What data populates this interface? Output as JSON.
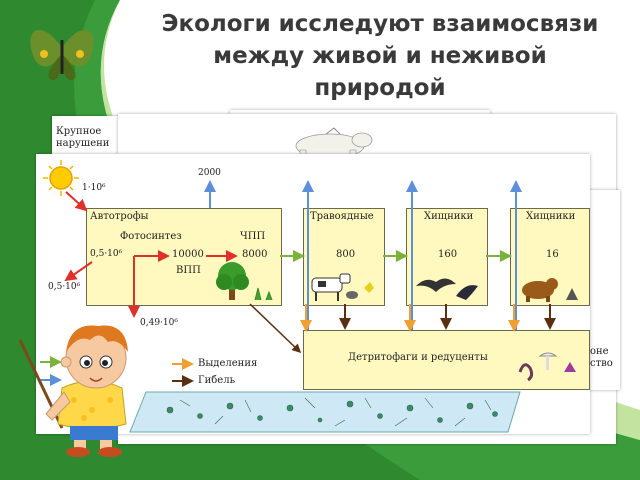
{
  "title": {
    "line1": "Экологи исследуют взаимосвязи",
    "line2": "между живой и неживой",
    "line3": "природой"
  },
  "back_slide": {
    "text_line1": "Крупное",
    "text_line2": "нарушени"
  },
  "right_slide": {
    "text_line1": "оне",
    "text_line2": "ство"
  },
  "diagram": {
    "sun_energy": "1·10⁶",
    "reflected": "0,5·10⁶",
    "lost": "0,49·10⁶",
    "top_value": "2000",
    "autotrophs": {
      "title": "Автотрофы",
      "photosynthesis": "Фотосинтез",
      "npp": "ЧПП",
      "gpp": "ВПП",
      "input": "0,5·10⁶",
      "gross": "10000",
      "net": "8000"
    },
    "herbivores": {
      "title": "Травоядные",
      "value": "800"
    },
    "predators1": {
      "title": "Хищники",
      "value": "160"
    },
    "predators2": {
      "title": "Хищники",
      "value": "16"
    },
    "decomposers": {
      "title": "Детритофаги и редуценты"
    },
    "legend": {
      "excretion": "Выделения",
      "death": "Гибель"
    }
  },
  "colors": {
    "bg_green": "#3a9a3a",
    "box_fill": "#fff9bf",
    "arrow_red": "#e0302a",
    "arrow_blue": "#5b8fd8",
    "arrow_green": "#7cb33f",
    "arrow_orange": "#f0a030",
    "arrow_brown": "#5a3010"
  }
}
